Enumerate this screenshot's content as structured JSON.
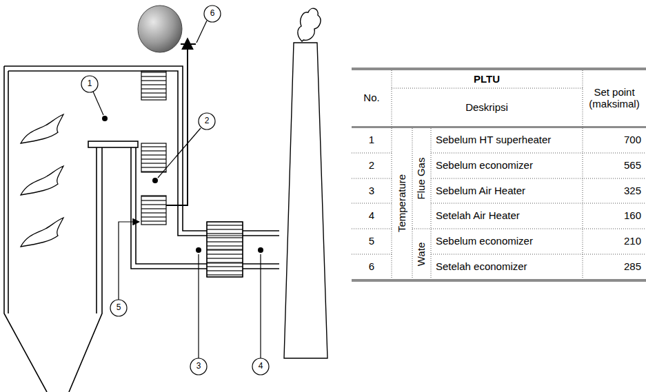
{
  "diagram": {
    "labels": [
      "1",
      "2",
      "3",
      "4",
      "5",
      "6",
      "No.",
      "PLTU",
      "Deskripsi",
      "Set point (maksimal)",
      "Temperature",
      "Flue Gas",
      "Wate",
      "1",
      "Sebelum HT superheater",
      "700",
      "2",
      "Sebelum economizer",
      "565",
      "3",
      "Sebelum Air Heater",
      "325",
      "4",
      "Setelah Air Heater",
      "160",
      "5",
      "Sebelum economizer",
      "210",
      "6",
      "Setelah economizer",
      "285"
    ]
  }
}
